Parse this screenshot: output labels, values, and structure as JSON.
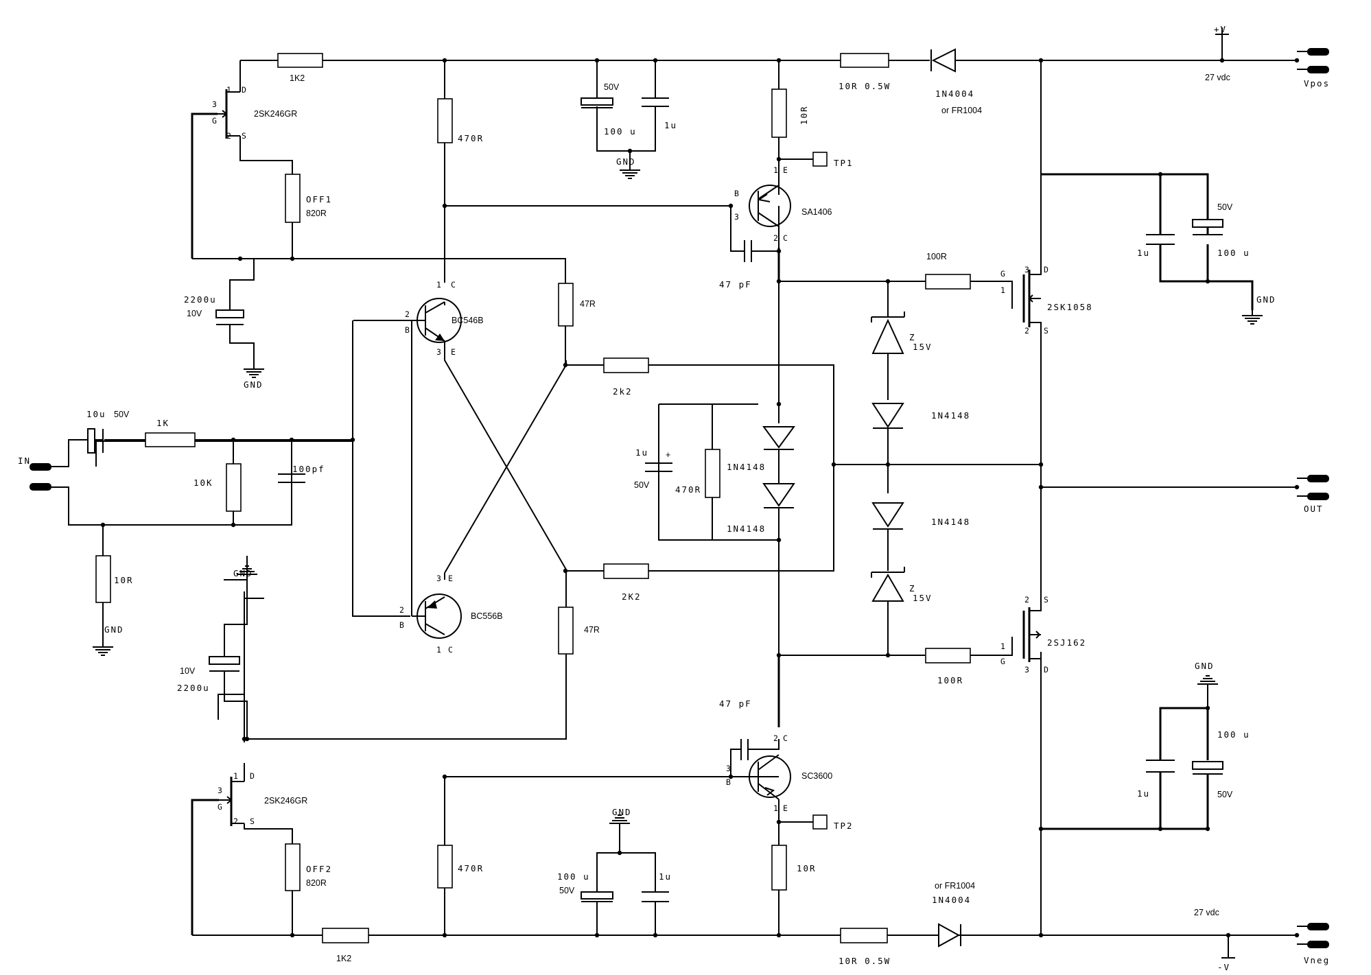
{
  "labels": {
    "r_1k2_top": "1K2",
    "jfet_top": "2SK246GR",
    "off1": "OFF1",
    "r_820_top": "820R",
    "r_470_top": "470R",
    "c_top_50v": "50V",
    "c_top_100u": "100 u",
    "c_top_1u": "1u",
    "gnd": "GND",
    "r_10r_top": "10R",
    "r_10r_05w_top": "10R 0.5W",
    "d_top": "1N4004",
    "d_top_alt": "or FR1004",
    "vplus": "+V",
    "vdc_top": "27 vdc",
    "vpos": "Vpos",
    "tp1": "TP1",
    "q_sa1406": "SA1406",
    "c47_top": "47 pF",
    "r_100r_top": "100R",
    "c_right_top_1u": "1u",
    "c_right_top_50v": "50V",
    "c_right_top_100u": "100 u",
    "mosfet_top": "2SK1058",
    "c2200_top": "2200u",
    "c2200_top_v": "10V",
    "q_bc546b": "BC546B",
    "r_47r_top": "47R",
    "r_2k2_top": "2k2",
    "zener_top_z": "Z",
    "zener_top_v": "15V",
    "d_1n4148_r1": "1N4148",
    "c_bias_1u": "1u",
    "c_bias_plus": "+",
    "c_bias_50v": "50V",
    "r_bias_470r": "470R",
    "d_bias_1": "1N4148",
    "d_bias_2": "1N4148",
    "c_in_10u": "10u",
    "c_in_50v": "50V",
    "r_1k_in": "1K",
    "in": "IN",
    "r_10k": "10K",
    "c_100pf": "100pf",
    "r_10r_in": "10R",
    "out": "OUT",
    "d_1n4148_r2": "1N4148",
    "r_2k2_bot": "2K2",
    "zener_bot_z": "Z",
    "zener_bot_v": "15V",
    "q_bc556b": "BC556B",
    "r_47r_bot": "47R",
    "c2200_bot_v": "10V",
    "c2200_bot": "2200u",
    "mosfet_bot": "2SJ162",
    "r_100r_bot": "100R",
    "c47_bot": "47 pF",
    "c_right_bot_100u": "100 u",
    "q_sc3600": "SC3600",
    "jfet_bot": "2SK246GR",
    "tp2": "TP2",
    "c_right_bot_1u": "1u",
    "c_right_bot_50v": "50V",
    "off2": "OFF2",
    "r_820_bot": "820R",
    "r_470_bot": "470R",
    "c_bot_100u": "100 u",
    "c_bot_50v": "50V",
    "c_bot_1u": "1u",
    "r_10r_bot": "10R",
    "d_bot_alt": "or FR1004",
    "d_bot": "1N4004",
    "vdc_bot": "27 vdc",
    "r_1k2_bot": "1K2",
    "r_10r_05w_bot": "10R 0.5W",
    "vminus": "-V",
    "vneg": "Vneg"
  },
  "pins": {
    "one": "1",
    "two": "2",
    "three": "3",
    "D": "D",
    "S": "S",
    "G": "G",
    "B": "B",
    "C": "C",
    "E": "E"
  }
}
